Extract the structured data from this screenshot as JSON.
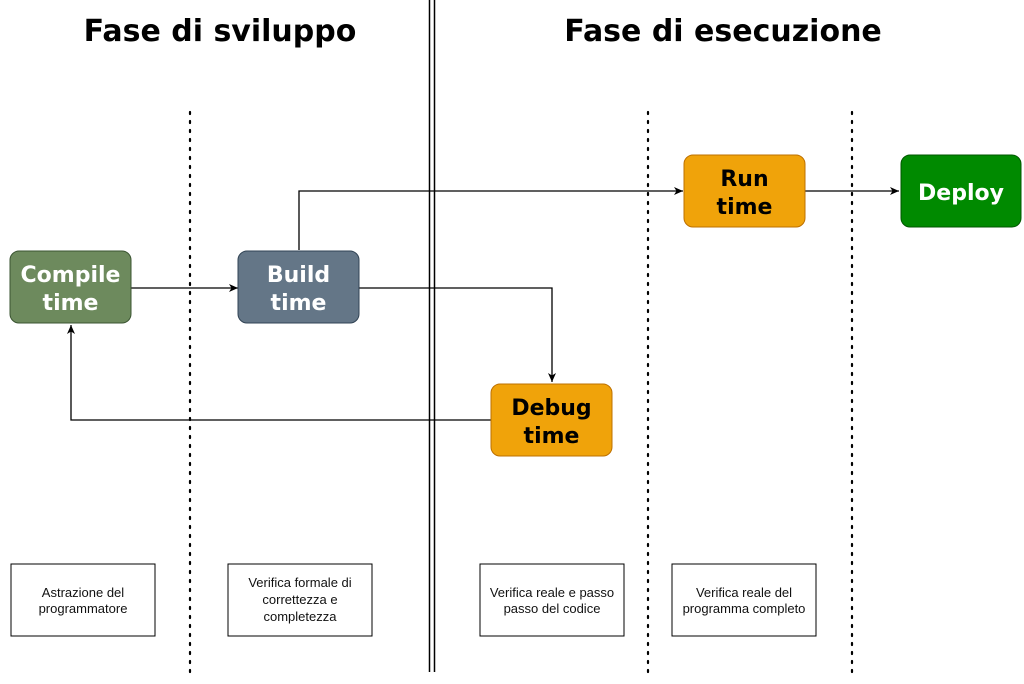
{
  "headings": {
    "development": "Fase di sviluppo",
    "execution": "Fase di esecuzione"
  },
  "nodes": {
    "compile": {
      "line1": "Compile",
      "line2": "time",
      "fill": "#6d8a5d",
      "text": "#ffffff"
    },
    "build": {
      "line1": "Build",
      "line2": "time",
      "fill": "#647687",
      "text": "#ffffff"
    },
    "debug": {
      "line1": "Debug",
      "line2": "time",
      "fill": "#f0a30a",
      "text": "#000000"
    },
    "run": {
      "line1": "Run",
      "line2": "time",
      "fill": "#f0a30a",
      "text": "#000000"
    },
    "deploy": {
      "line1": "Deploy",
      "fill": "#008a00",
      "text": "#ffffff"
    }
  },
  "notes": {
    "compile": [
      "Astrazione del",
      "programmatore"
    ],
    "build": [
      "Verifica formale di",
      "correttezza e",
      "completezza"
    ],
    "debug": [
      "Verifica reale e passo",
      "passo del codice"
    ],
    "run": [
      "Verifica reale del",
      "programma completo"
    ]
  }
}
